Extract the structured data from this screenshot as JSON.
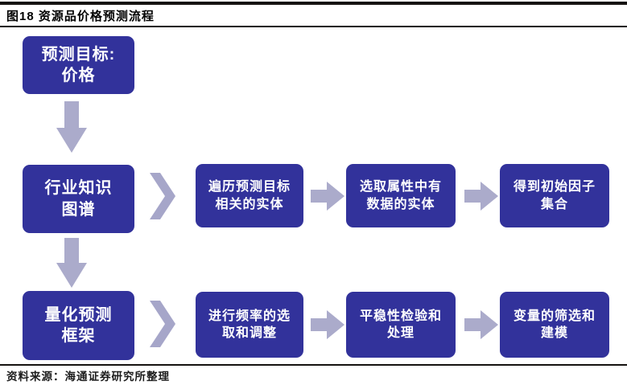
{
  "header": {
    "title": "图18 资源品价格预测流程"
  },
  "colors": {
    "box_fill": "#32329B",
    "box_text": "#FFFFFF",
    "arrow": "#ABABCB",
    "rule": "#151210",
    "background": "#FFFFFF"
  },
  "icons": {
    "down_arrow": "down-arrow-icon",
    "chevron_right": "chevron-right-icon",
    "arrow_right": "arrow-right-icon"
  },
  "flow": {
    "target_box": {
      "line1": "预测目标:",
      "line2": "价格"
    },
    "rows": [
      {
        "lead": {
          "line1": "行业知识",
          "line2": "图谱"
        },
        "steps": [
          {
            "line1": "遍历预测目标",
            "line2": "相关的实体"
          },
          {
            "line1": "选取属性中有",
            "line2": "数据的实体"
          },
          {
            "line1": "得到初始因子",
            "line2": "集合"
          }
        ]
      },
      {
        "lead": {
          "line1": "量化预测",
          "line2": "框架"
        },
        "steps": [
          {
            "line1": "进行频率的选",
            "line2": "取和调整"
          },
          {
            "line1": "平稳性检验和",
            "line2": "处理"
          },
          {
            "line1": "变量的筛选和",
            "line2": "建模"
          }
        ]
      }
    ]
  },
  "footer": {
    "source": "资料来源：海通证券研究所整理"
  }
}
